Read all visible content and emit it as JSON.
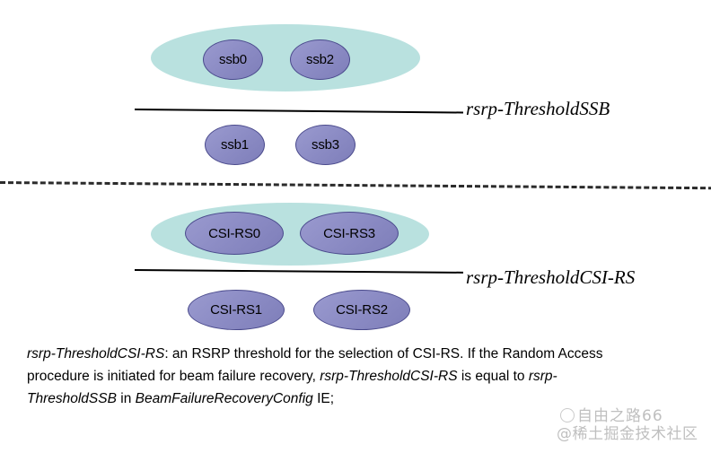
{
  "diagram": {
    "title": "RSRP threshold selection for SSB and CSI-RS",
    "colors": {
      "group_fill": "#b9e1df",
      "node_fill": "#8d8dc6",
      "node_stroke": "#4a4a8c",
      "line": "#000000",
      "dashed_line": "#2b2b2b",
      "text": "#000000",
      "watermark": "#b5b5b5"
    },
    "ssb_section": {
      "group_label": "ssb-above-threshold-group",
      "above_threshold_nodes": [
        {
          "label": "ssb0"
        },
        {
          "label": "ssb2"
        }
      ],
      "below_threshold_nodes": [
        {
          "label": "ssb1"
        },
        {
          "label": "ssb3"
        }
      ],
      "threshold_label": "rsrp-ThresholdSSB"
    },
    "csi_section": {
      "group_label": "csi-rs-above-threshold-group",
      "above_threshold_nodes": [
        {
          "label": "CSI-RS0"
        },
        {
          "label": "CSI-RS3"
        }
      ],
      "below_threshold_nodes": [
        {
          "label": "CSI-RS1"
        },
        {
          "label": "CSI-RS2"
        }
      ],
      "threshold_label": "rsrp-ThresholdCSI-RS"
    },
    "description": {
      "segments": [
        {
          "text": "rsrp-ThresholdCSI-RS",
          "italic": true
        },
        {
          "text": ": an RSRP threshold for the selection of CSI-RS. If the Random Access procedure is initiated for beam failure recovery, ",
          "italic": false
        },
        {
          "text": "rsrp-ThresholdCSI-RS",
          "italic": true
        },
        {
          "text": " is equal to ",
          "italic": false
        },
        {
          "text": "rsrp-ThresholdSSB",
          "italic": true
        },
        {
          "text": " in ",
          "italic": false
        },
        {
          "text": "BeamFailureRecoveryConfig",
          "italic": true
        },
        {
          "text": " IE;",
          "italic": false
        }
      ],
      "plain_text": "rsrp-ThresholdCSI-RS: an RSRP threshold for the selection of CSI-RS. If the Random Access procedure is initiated for beam failure recovery, rsrp-ThresholdCSI-RS is equal to rsrp-ThresholdSSB in BeamFailureRecoveryConfig IE;"
    },
    "watermarks": {
      "top": "自由之路66",
      "bottom": "@稀土掘金技术社区"
    }
  }
}
